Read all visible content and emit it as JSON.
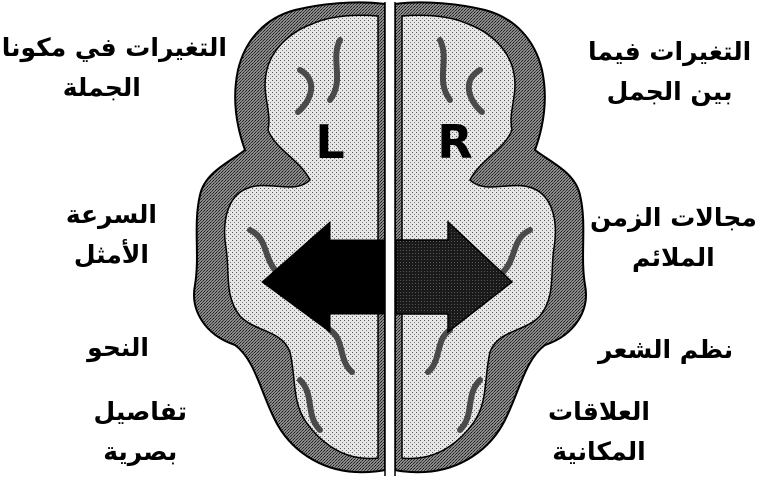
{
  "diagram": {
    "left_hemisphere_letter": "L",
    "right_hemisphere_letter": "R",
    "left_labels": [
      [
        "التغيرات في مكونات",
        "الجملة"
      ],
      [
        "السرعة",
        "الأمثل"
      ],
      [
        "النحو"
      ],
      [
        "تفاصيل",
        "بصرية"
      ]
    ],
    "right_labels": [
      [
        "التغيرات فيما",
        "بين الجمل"
      ],
      [
        "مجالات الزمن",
        "الملائم"
      ],
      [
        "نظم الشعر"
      ],
      [
        "العلاقات",
        "المكانية"
      ]
    ],
    "colors": {
      "ink": "#000000",
      "cortex_texture": "#6e6e6e",
      "brain_fill": "#d9d9d9",
      "background": "#ffffff"
    }
  }
}
